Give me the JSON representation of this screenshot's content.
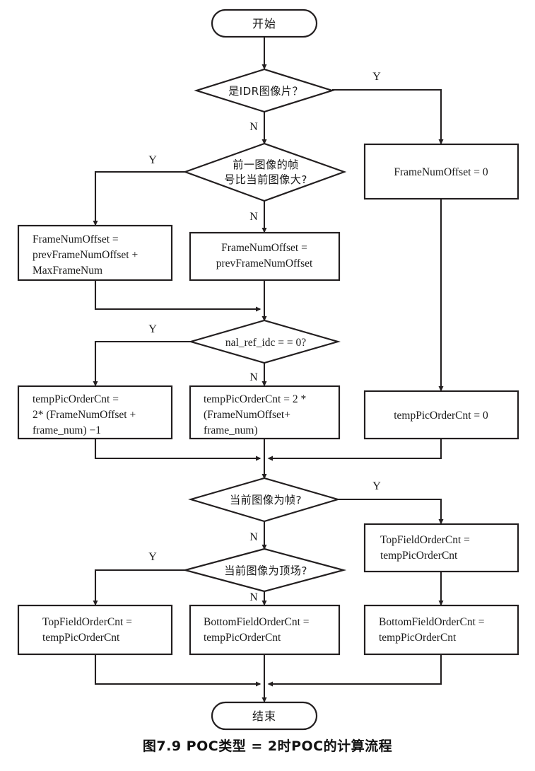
{
  "figure": {
    "caption": "图7.9    POC类型 = 2时POC的计算流程",
    "caption_number": "图7.9",
    "caption_text": "POC类型 = 2时POC的计算流程"
  },
  "colors": {
    "stroke": "#231f20",
    "fill": "#ffffff",
    "text": "#1a1a1a",
    "background": "#ffffff"
  },
  "chart_data": {
    "type": "diagram",
    "title": "图7.9    POC类型 = 2时POC的计算流程",
    "nodes": [
      {
        "id": "start",
        "kind": "terminator",
        "text": "开始"
      },
      {
        "id": "d1",
        "kind": "decision",
        "text": "是IDR图像片？"
      },
      {
        "id": "d2",
        "kind": "decision",
        "line1": "前一图像的帧",
        "line2": "号比当前图像大?"
      },
      {
        "id": "p_idr",
        "kind": "process",
        "line1": "FrameNumOffset = 0"
      },
      {
        "id": "p_left1",
        "kind": "process",
        "line1": "FrameNumOffset =",
        "line2": "prevFrameNumOffset +",
        "line3": "MaxFrameNum"
      },
      {
        "id": "p_mid1",
        "kind": "process",
        "line1": "FrameNumOffset =",
        "line2": "prevFrameNumOffset"
      },
      {
        "id": "d3",
        "kind": "decision",
        "text": "nal_ref_idc  = = 0?"
      },
      {
        "id": "p_left2",
        "kind": "process",
        "line1": "tempPicOrderCnt =",
        "line2": "2* (FrameNumOffset +",
        "line3": "frame_num) −1"
      },
      {
        "id": "p_mid2",
        "kind": "process",
        "line1": "tempPicOrderCnt = 2 *",
        "line2": "(FrameNumOffset+",
        "line3": "frame_num)"
      },
      {
        "id": "p_right2",
        "kind": "process",
        "line1": "tempPicOrderCnt = 0"
      },
      {
        "id": "d4",
        "kind": "decision",
        "text": "当前图像为帧?"
      },
      {
        "id": "d5",
        "kind": "decision",
        "text": "当前图像为顶场?"
      },
      {
        "id": "p_right3",
        "kind": "process",
        "line1": "TopFieldOrderCnt =",
        "line2": "tempPicOrderCnt"
      },
      {
        "id": "p_left4",
        "kind": "process",
        "line1": "TopFieldOrderCnt =",
        "line2": "tempPicOrderCnt"
      },
      {
        "id": "p_mid4",
        "kind": "process",
        "line1": "BottomFieldOrderCnt =",
        "line2": "tempPicOrderCnt"
      },
      {
        "id": "p_right4",
        "kind": "process",
        "line1": "BottomFieldOrderCnt =",
        "line2": "tempPicOrderCnt"
      },
      {
        "id": "end",
        "kind": "terminator",
        "text": "结束"
      }
    ],
    "edge_labels": {
      "d1_yes": "Y",
      "d1_no": "N",
      "d2_yes": "Y",
      "d2_no": "N",
      "d3_yes": "Y",
      "d3_no": "N",
      "d4_yes": "Y",
      "d4_no": "N",
      "d5_yes": "Y",
      "d5_no": "N"
    },
    "edges": [
      {
        "from": "start",
        "to": "d1",
        "label": ""
      },
      {
        "from": "d1",
        "to": "p_idr",
        "label": "Y"
      },
      {
        "from": "d1",
        "to": "d2",
        "label": "N"
      },
      {
        "from": "d2",
        "to": "p_left1",
        "label": "Y"
      },
      {
        "from": "d2",
        "to": "p_mid1",
        "label": "N"
      },
      {
        "from": "p_left1",
        "to": "d3",
        "label": ""
      },
      {
        "from": "p_mid1",
        "to": "d3",
        "label": ""
      },
      {
        "from": "d3",
        "to": "p_left2",
        "label": "Y"
      },
      {
        "from": "d3",
        "to": "p_mid2",
        "label": "N"
      },
      {
        "from": "p_idr",
        "to": "p_right2",
        "label": ""
      },
      {
        "from": "p_left2",
        "to": "d4",
        "label": ""
      },
      {
        "from": "p_mid2",
        "to": "d4",
        "label": ""
      },
      {
        "from": "p_right2",
        "to": "d4",
        "label": ""
      },
      {
        "from": "d4",
        "to": "p_right3",
        "label": "Y"
      },
      {
        "from": "d4",
        "to": "d5",
        "label": "N"
      },
      {
        "from": "d5",
        "to": "p_left4",
        "label": "Y"
      },
      {
        "from": "d5",
        "to": "p_mid4",
        "label": "N"
      },
      {
        "from": "p_right3",
        "to": "p_right4",
        "label": ""
      },
      {
        "from": "p_left4",
        "to": "end",
        "label": ""
      },
      {
        "from": "p_mid4",
        "to": "end",
        "label": ""
      },
      {
        "from": "p_right4",
        "to": "end",
        "label": ""
      }
    ]
  }
}
